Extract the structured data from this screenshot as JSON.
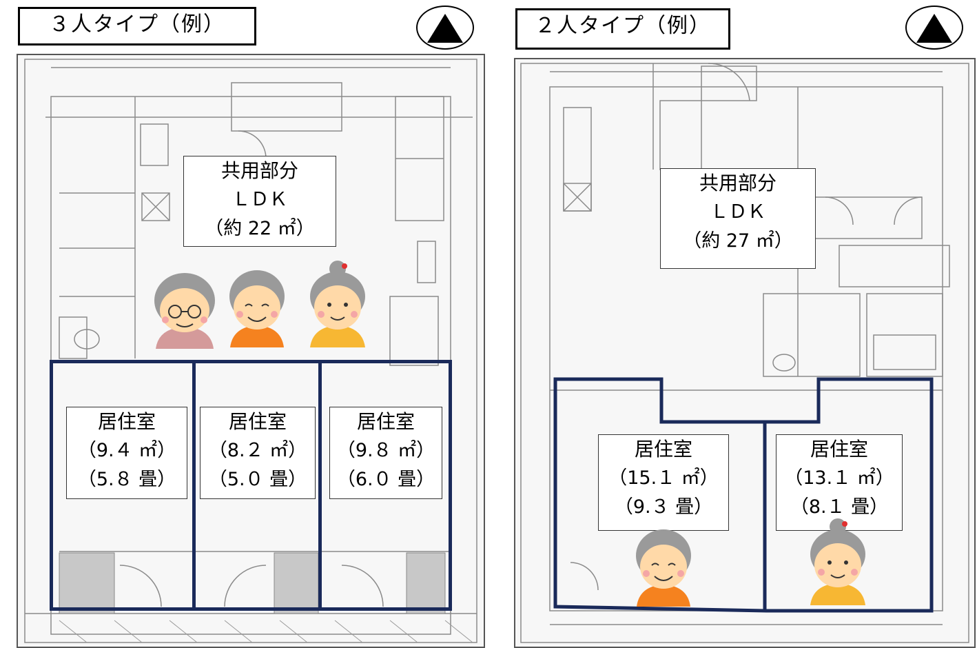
{
  "panel_3p": {
    "title": "３人タイプ（例）",
    "common": {
      "line1": "共用部分",
      "line2": "ＬＤＫ",
      "line3": "（約 22 ㎡）"
    },
    "rooms": [
      {
        "name": "居住室",
        "area": "（9.４ ㎡）",
        "tatami": "（5.８ 畳）"
      },
      {
        "name": "居住室",
        "area": "（8.２ ㎡）",
        "tatami": "（5.０ 畳）"
      },
      {
        "name": "居住室",
        "area": "（9.８ ㎡）",
        "tatami": "（6.０ 畳）"
      }
    ],
    "faces": [
      "woman-glasses",
      "woman-smiling",
      "woman-bun"
    ]
  },
  "panel_2p": {
    "title": "２人タイプ（例）",
    "common": {
      "line1": "共用部分",
      "line2": "ＬＤＫ",
      "line3": "（約 27 ㎡）"
    },
    "rooms": [
      {
        "name": "居住室",
        "area": "（15.１ ㎡）",
        "tatami": "（9.３ 畳）"
      },
      {
        "name": "居住室",
        "area": "（13.１ ㎡）",
        "tatami": "（8.１ 畳）"
      }
    ],
    "faces": [
      "woman-smiling",
      "woman-bun"
    ]
  },
  "colors": {
    "room_outline": "#1a2a5a",
    "plan_lines": "#8a8a8a",
    "skin": "#ffd9a8",
    "hair_gray": "#9a9a9a",
    "shirt_orange": "#f5821f",
    "shirt_yellow": "#f7b733",
    "shirt_pink": "#d49a9a"
  }
}
